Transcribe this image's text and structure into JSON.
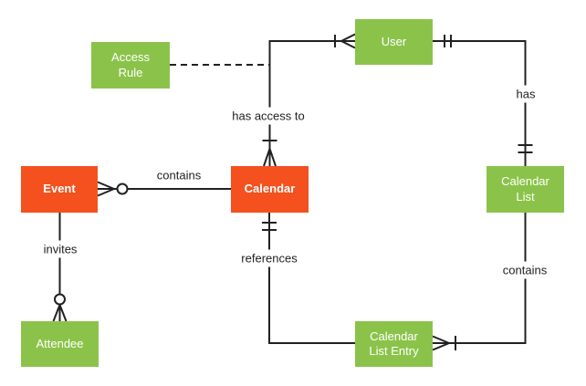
{
  "diagram": {
    "type": "entity-relationship",
    "entities": [
      {
        "id": "access-rule",
        "label": "Access Rule",
        "color": "green"
      },
      {
        "id": "user",
        "label": "User",
        "color": "green"
      },
      {
        "id": "event",
        "label": "Event",
        "color": "orange"
      },
      {
        "id": "calendar",
        "label": "Calendar",
        "color": "orange"
      },
      {
        "id": "calendar-list",
        "label": "Calendar List",
        "color": "green"
      },
      {
        "id": "attendee",
        "label": "Attendee",
        "color": "green"
      },
      {
        "id": "calendar-list-entry",
        "label": "Calendar List Entry",
        "color": "green"
      }
    ],
    "relationships": [
      {
        "from": "Event",
        "to": "Calendar",
        "label": "contains",
        "from_marker": "zero-or-many",
        "to_marker": "none",
        "style": "solid"
      },
      {
        "from": "Event",
        "to": "Attendee",
        "label": "invites",
        "from_marker": "none",
        "to_marker": "zero-or-many",
        "style": "solid"
      },
      {
        "from": "Calendar",
        "to": "User",
        "label": "has access to",
        "from_marker": "one-or-many",
        "to_marker": "one-or-many",
        "style": "solid"
      },
      {
        "from": "Access Rule",
        "to": "Calendar-User relationship",
        "label": "",
        "from_marker": "none",
        "to_marker": "none",
        "style": "dashed"
      },
      {
        "from": "User",
        "to": "Calendar List",
        "label": "has",
        "from_marker": "exactly-one",
        "to_marker": "exactly-one",
        "style": "solid"
      },
      {
        "from": "Calendar List",
        "to": "Calendar List Entry",
        "label": "contains",
        "from_marker": "none",
        "to_marker": "one-or-many",
        "style": "solid"
      },
      {
        "from": "Calendar",
        "to": "Calendar List Entry",
        "label": "references",
        "from_marker": "exactly-one",
        "to_marker": "none",
        "style": "solid"
      }
    ],
    "colors": {
      "entity_green": "#8BC34A",
      "entity_orange": "#F4511E",
      "line": "#212121",
      "label_text": "#212121",
      "entity_text": "#FFFFFF",
      "background": "#FFFFFF"
    }
  }
}
